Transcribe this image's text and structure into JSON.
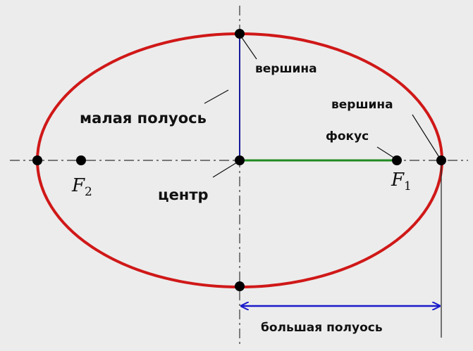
{
  "labels": {
    "vertex_top": "вершина",
    "minor_semiaxis": "малая полуось",
    "vertex_right": "вершина",
    "focus": "фокус",
    "center": "центр",
    "major_semiaxis": "большая полуось",
    "f1": "F",
    "f1_sub": "1",
    "f2": "F",
    "f2_sub": "2"
  },
  "colors": {
    "background": "#ececec",
    "ellipse": "#d01818",
    "minor_axis": "#1a1a9a",
    "focal_segment": "#1f8a1f",
    "major_arrow": "#1a1acc",
    "points": "#000000"
  }
}
